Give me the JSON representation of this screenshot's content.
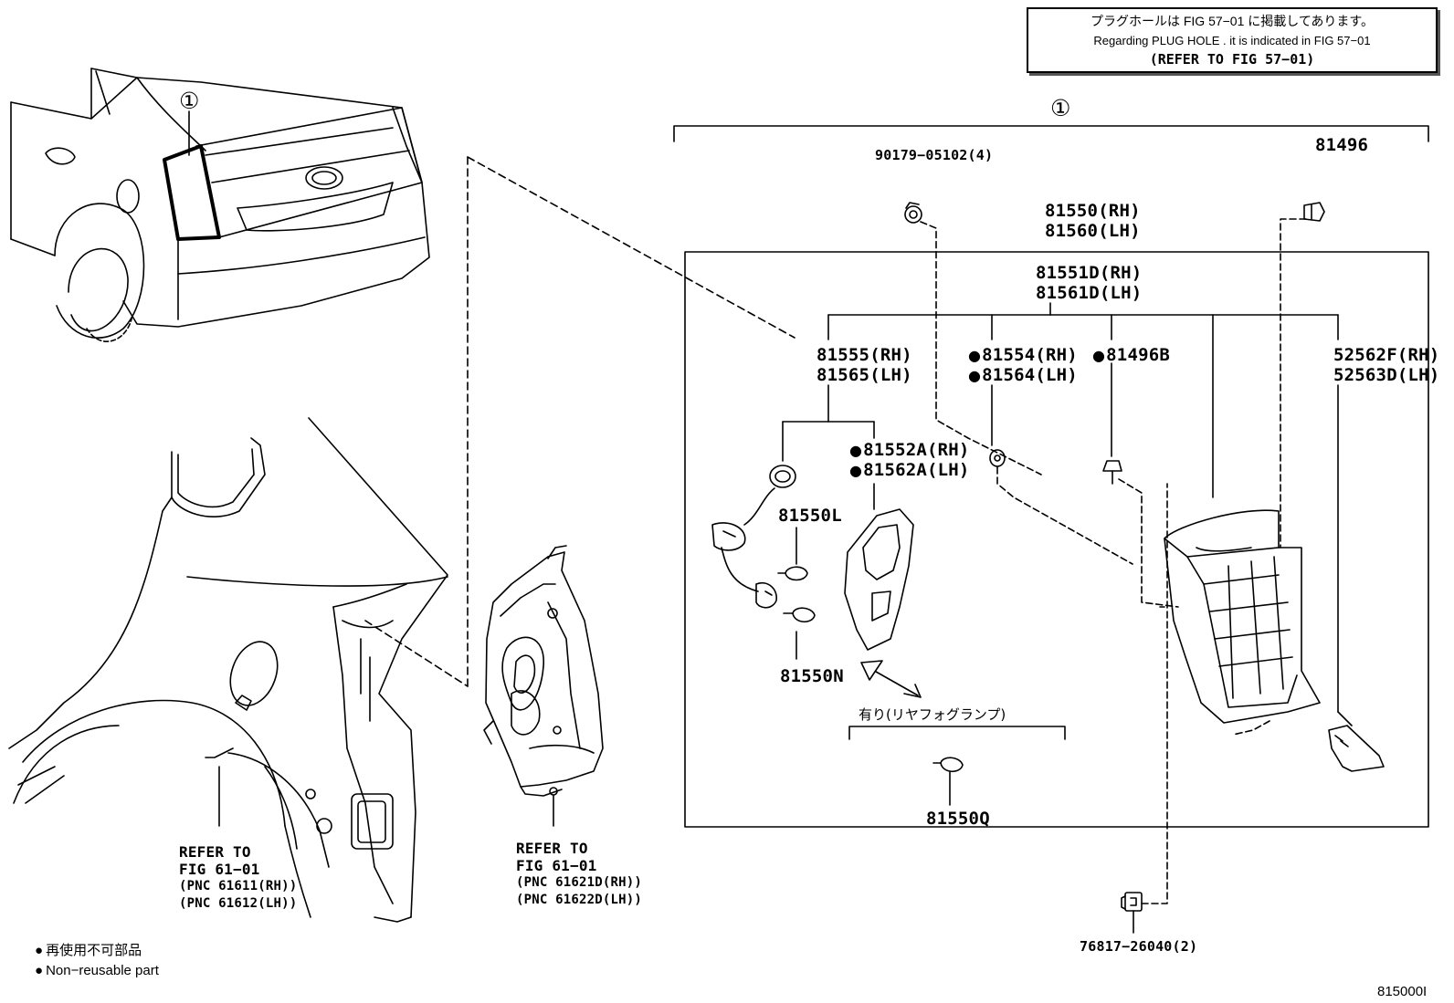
{
  "note": {
    "line1": "プラグホールは FIG 57−01 に掲載してあります。",
    "line2": "Regarding PLUG HOLE . it is indicated in FIG 57−01",
    "line3": "(REFER TO FIG 57−01)"
  },
  "callout_marker": "①",
  "parts": {
    "p_90179": "90179−05102(4)",
    "p_81496": "81496",
    "p_81550_rh": "81550(RH)",
    "p_81560_lh": "81560(LH)",
    "p_81551d_rh": "81551D(RH)",
    "p_81561d_lh": "81561D(LH)",
    "p_81555_rh": "81555(RH)",
    "p_81565_lh": "81565(LH)",
    "p_81554_rh": "81554(RH)",
    "p_81564_lh": "81564(LH)",
    "p_81496b": "81496B",
    "p_52562f_rh": "52562F(RH)",
    "p_52563d_lh": "52563D(LH)",
    "p_81552a_rh": "81552A(RH)",
    "p_81562a_lh": "81562A(LH)",
    "p_81550l": "81550L",
    "p_81550n": "81550N",
    "p_81550q": "81550Q",
    "p_76817": "76817−26040(2)"
  },
  "fog_lamp_note": "有り(リヤフォグランプ)",
  "refer_left": {
    "l1": "REFER TO",
    "l2": "FIG 61−01",
    "l3": "(PNC 61611(RH))",
    "l4": "(PNC 61612(LH))"
  },
  "refer_mid": {
    "l1": "REFER TO",
    "l2": "FIG 61−01",
    "l3": "(PNC 61621D(RH))",
    "l4": "(PNC 61622D(LH))"
  },
  "legend": {
    "jp": "再使用不可部品",
    "en": "Non−reusable part"
  },
  "figure_id": "815000I"
}
